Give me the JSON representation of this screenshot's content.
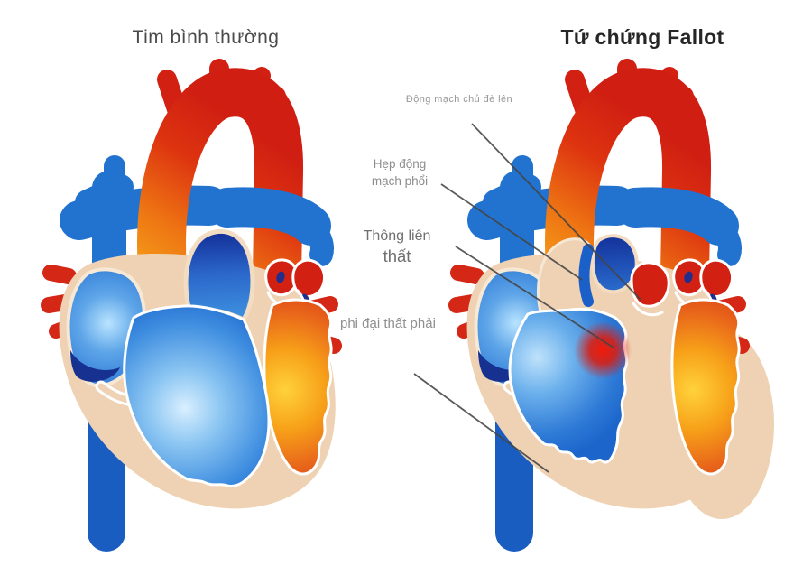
{
  "left_panel": {
    "title": "Tim bình thường"
  },
  "right_panel": {
    "title": "Tứ chứng Fallot"
  },
  "labels": {
    "overriding_aorta": {
      "text": "Động mạch chủ đè lên"
    },
    "pulmonary_stenosis": {
      "line1": "Hẹp động",
      "line2": "mạch phổi"
    },
    "vsd": {
      "line1": "Thông liên",
      "line2": "thất"
    },
    "rvh": {
      "text": "phi đại thất phải"
    }
  },
  "colors": {
    "background": "#ffffff",
    "aorta_red": "#d22013",
    "aorta_orange": "#f1981b",
    "vein_blue": "#2273d0",
    "chamber_blue_light": "#8cc6f2",
    "chamber_navy": "#16318f",
    "ventricle_orange": "#f7a119",
    "myocardium_tan": "#eed2b3",
    "valve_cream": "#f3e2c8",
    "label_gray": "#8e8e8e",
    "leader_line": "#444444"
  }
}
